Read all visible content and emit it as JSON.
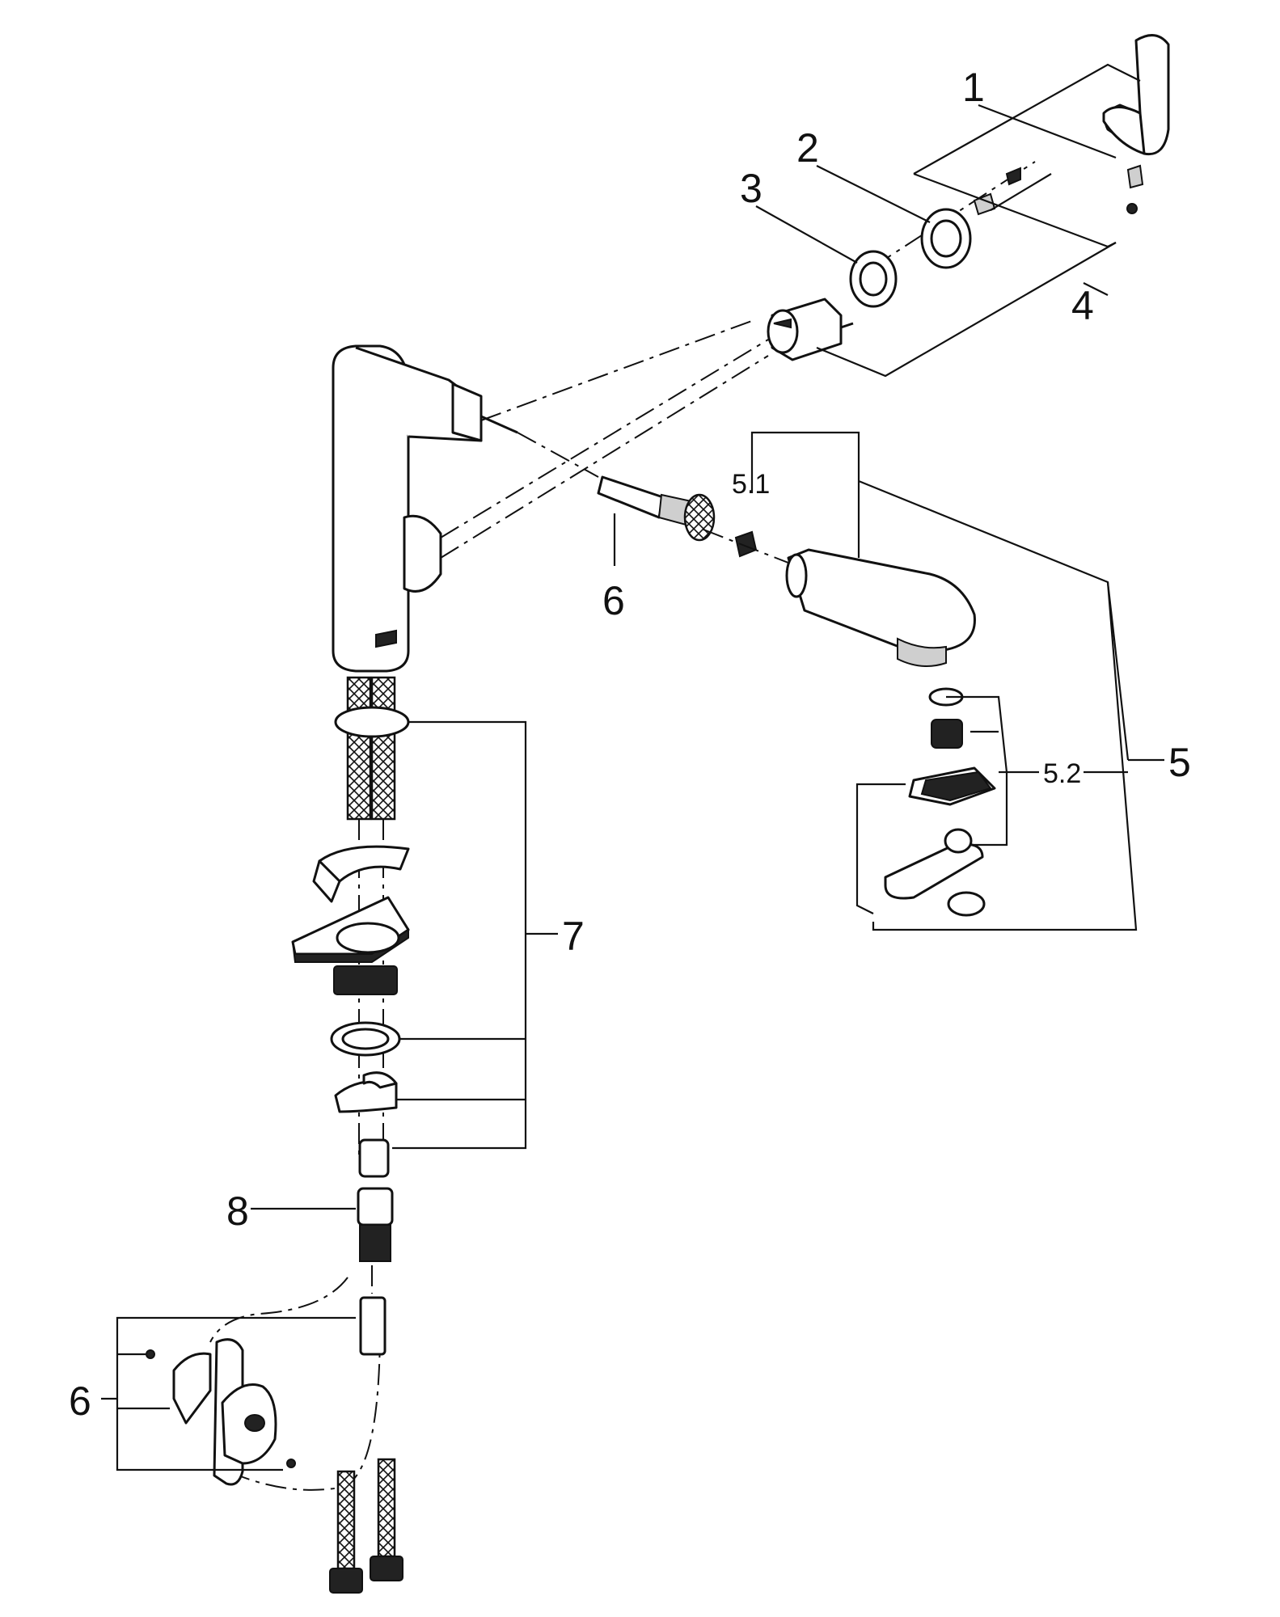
{
  "callouts": {
    "c1": "1",
    "c2": "2",
    "c3": "3",
    "c4": "4",
    "c5": "5",
    "c5_1": "5.1",
    "c5_2": "5.2",
    "c6_hose": "6",
    "c6_holder": "6",
    "c7": "7",
    "c8": "8"
  },
  "colors": {
    "line": "#111111",
    "background": "#ffffff",
    "fill_dark": "#222222"
  }
}
